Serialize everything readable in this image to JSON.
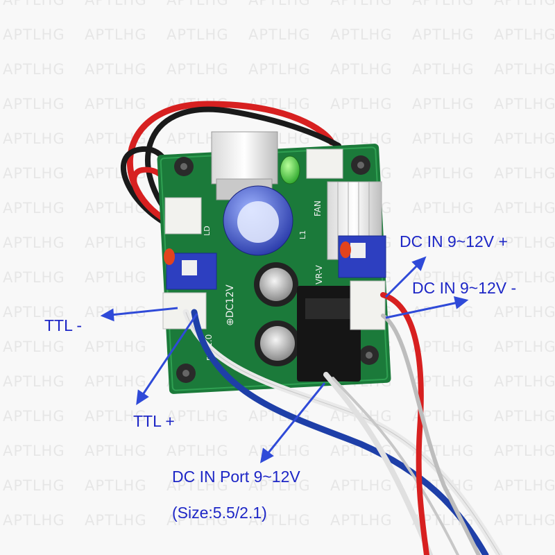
{
  "watermark": "APTLHG",
  "colors": {
    "background": "#f8f8f8",
    "pcb": "#1b7a3a",
    "callout_text": "#1d26c6",
    "arrow": "#2f4ad8",
    "wire_red": "#d72020",
    "wire_black": "#1a1a1a",
    "wire_white": "#e9e9e9",
    "wire_blue": "#1e3fa8"
  },
  "pcb": {
    "labels": {
      "dc12v": "⊕DC12V",
      "fan": "FAN",
      "vr_v": "VR-V",
      "rev": "rev1.0",
      "l1": "L1",
      "ld": "LD"
    }
  },
  "callouts": {
    "dc_in_plus": "DC IN 9~12V +",
    "dc_in_minus": "DC IN 9~12V -",
    "ttl_minus": "TTL -",
    "ttl_plus": "TTL +",
    "dc_port": "DC IN Port 9~12V",
    "dc_port_size": "(Size:5.5/2.1)"
  }
}
